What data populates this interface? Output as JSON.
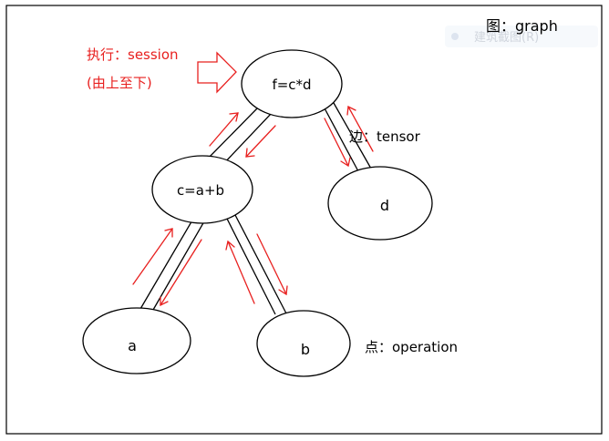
{
  "title": "图：graph",
  "overlay_hint": "建筑截图(R)",
  "execution_label": "执行：session",
  "execution_sub": "(由上至下)",
  "edge_label": "边：tensor",
  "node_label": "点：operation",
  "nodes": {
    "f": "f=c*d",
    "c": "c=a+b",
    "d": "d",
    "a": "a",
    "b": "b"
  },
  "colors": {
    "arrow": "#e8201f",
    "line": "#000000",
    "text": "#000000",
    "annotation": "#e8201f"
  }
}
